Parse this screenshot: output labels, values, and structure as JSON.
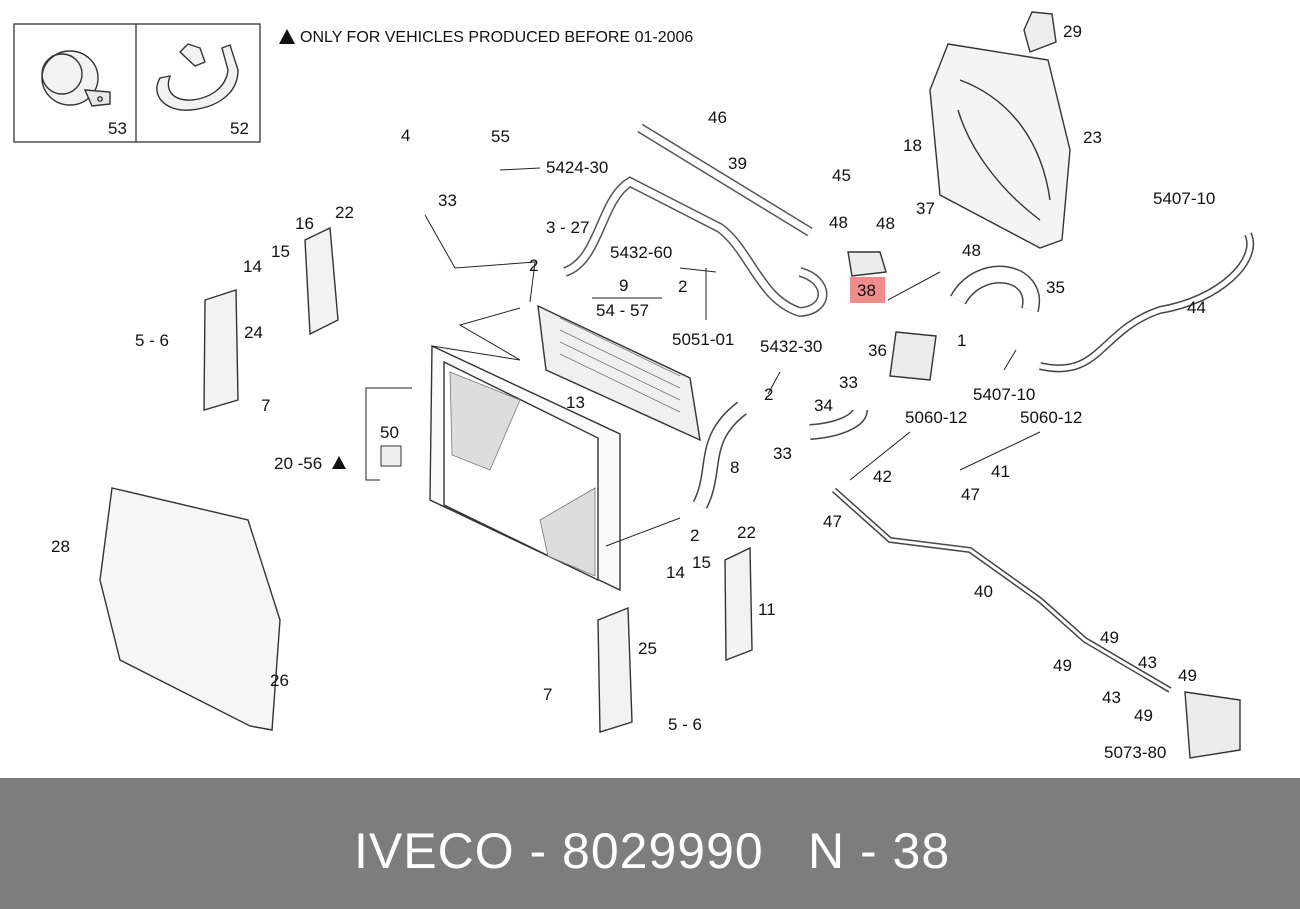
{
  "note": "ONLY FOR VEHICLES PRODUCED BEFORE 01-2006",
  "inset_labels": [
    "53",
    "52"
  ],
  "callouts": [
    "29",
    "18",
    "23",
    "46",
    "39",
    "45",
    "4",
    "55",
    "5424-30",
    "33",
    "3 - 27",
    "48",
    "48",
    "37",
    "48",
    "5407-10",
    "2",
    "5432-60",
    "38",
    "35",
    "44",
    "2",
    "9",
    "54 - 57",
    "16",
    "22",
    "15",
    "14",
    "5051-01",
    "5432-30",
    "36",
    "1",
    "5 - 6",
    "24",
    "33",
    "5407-10",
    "34",
    "5060-12",
    "5060-12",
    "13",
    "2",
    "7",
    "50",
    "33",
    "8",
    "42",
    "41",
    "20 -56",
    "47",
    "47",
    "2",
    "22",
    "28",
    "14",
    "15",
    "11",
    "40",
    "25",
    "49",
    "49",
    "43",
    "49",
    "26",
    "7",
    "43",
    "49",
    "5 - 6",
    "5073-80"
  ],
  "highlight": {
    "label": "38",
    "color": "#f08c8c"
  },
  "footer": {
    "brand": "IVECO - 8029990",
    "ref": "N - 38",
    "bg": "#7d7d7d",
    "text_color": "#ffffff"
  }
}
